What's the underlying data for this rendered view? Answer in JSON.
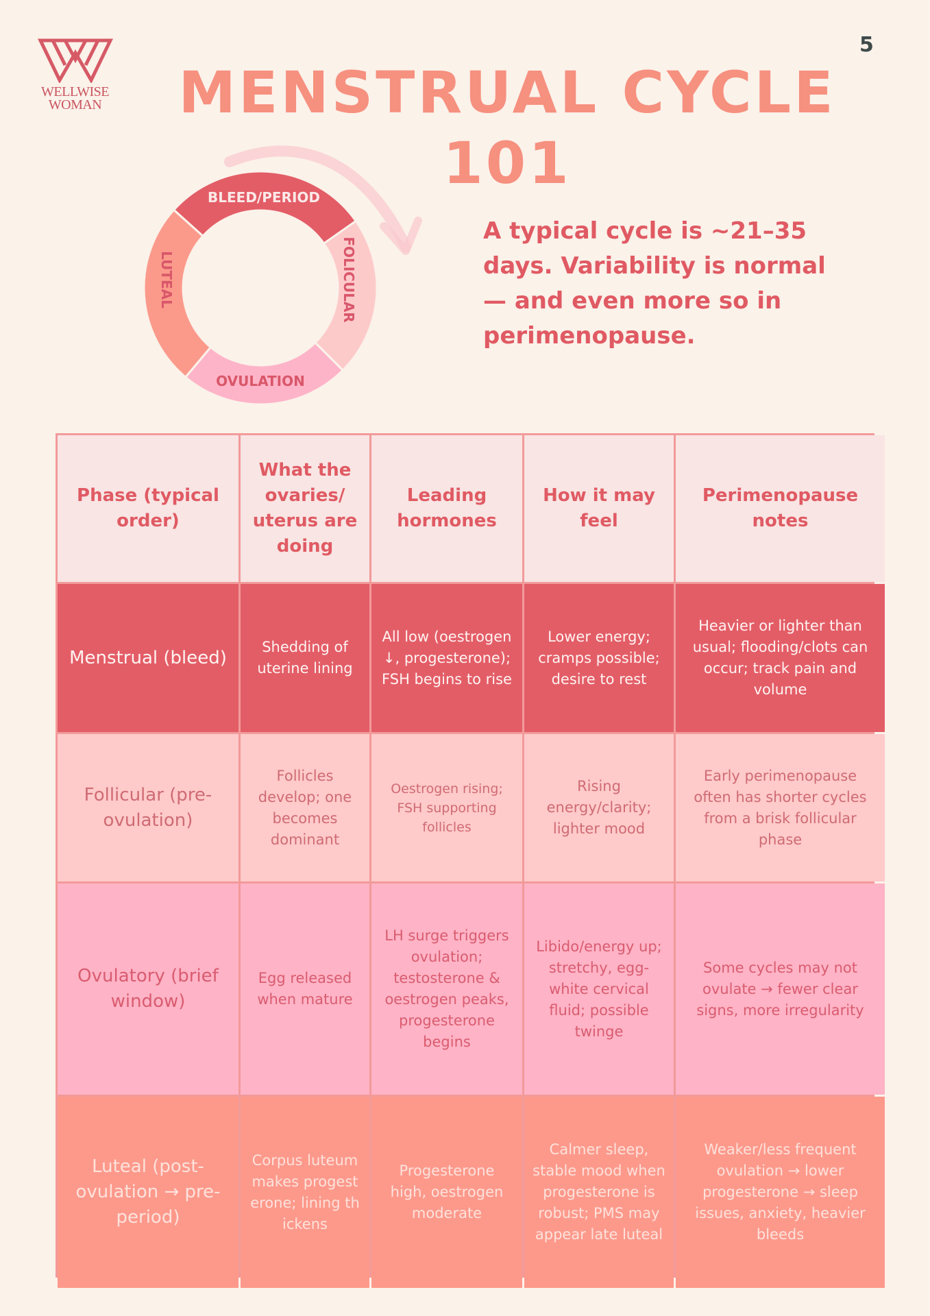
{
  "brand": {
    "line1": "WELLWISE",
    "line2": "WOMAN"
  },
  "page_number": "5",
  "title": {
    "line1": "MENSTRUAL CYCLE",
    "line2": "101"
  },
  "cycle_diagram": {
    "segments": [
      {
        "label": "BLEED/PERIOD",
        "color": "#e35d67",
        "text_color": "#fbe9e8"
      },
      {
        "label": "FOLICULAR",
        "color": "#fdcaca",
        "text_color": "#d9576a"
      },
      {
        "label": "OVULATION",
        "color": "#feb4c8",
        "text_color": "#d9576a"
      },
      {
        "label": "LUTEAL",
        "color": "#fb9a8b",
        "text_color": "#d9576a"
      }
    ]
  },
  "intro": "A typical cycle is ~21–35 days. Variability is normal — and even more so in perimenopause.",
  "table": {
    "headers": [
      "Phase (typical order)",
      "What the ovaries/ uterus are doing",
      "Leading hormones",
      "How it may feel",
      "Perimenopause notes"
    ],
    "rows": [
      [
        "Menstrual (bleed)",
        "Shedding of uterine lining",
        "All low (oestrogen ↓, progesterone); FSH begins to rise",
        "Lower energy; cramps possible; desire to rest",
        "Heavier or lighter than usual; flooding/clots can occur; track pain and volume"
      ],
      [
        "Follicular (pre-ovulation)",
        "Follicles develop; one becomes dominant",
        "Oestrogen rising; FSH supporting follicles",
        "Rising energy/clarity; lighter mood",
        "Early perimenopause often has shorter cycles from a brisk follicular phase"
      ],
      [
        "Ovulatory (brief window)",
        "Egg released when mature",
        "LH surge triggers ovulation; testosterone & oestrogen peaks, progesterone begins",
        "Libido/energy up; stretchy, egg-white cervical fluid; possible twinge",
        "Some cycles may not ovulate → fewer clear signs, more irregularity"
      ],
      [
        "Luteal (post-ovulation → pre-period)",
        "Corpus luteum makes progesterone; lining thickens",
        "Progesterone high, oestrogen moderate",
        "Calmer sleep, stable mood when progesterone is robust; PMS may appear late luteal",
        "Weaker/less frequent ovulation → lower progesterone → sleep issues, anxiety, heavier bleeds"
      ]
    ]
  }
}
